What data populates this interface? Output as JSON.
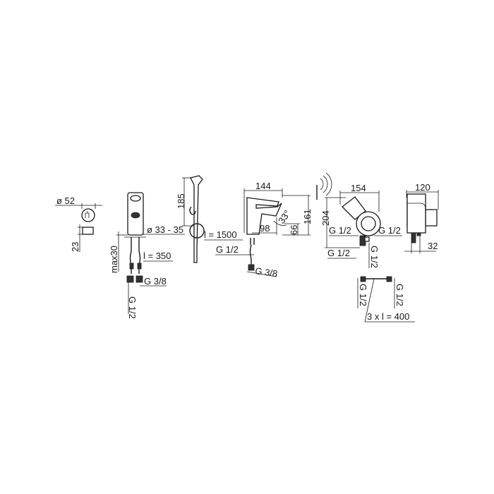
{
  "drawing": {
    "spout_cover": {
      "diameter": "ø 52",
      "height": "23"
    },
    "basin_mixer": {
      "hole_diameter": "ø 33 - 35",
      "max_thickness": "max30",
      "hose_length": "l = 350",
      "connection_outlet": "G 3/8",
      "connection_supply": "G 1/2"
    },
    "hand_shower": {
      "height": "185",
      "hose_length": "l = 1500",
      "connection": "G 1/2"
    },
    "basin_tap": {
      "width": "144",
      "height": "161",
      "spout_height": "66",
      "reach": "98",
      "angle": "33°",
      "connection": "G 3/8"
    },
    "control_unit": {
      "width": "154",
      "height": "204",
      "inlet_left": "G 1/2",
      "inlet_right": "G 1/2",
      "outlet_bottom": "G 1/2",
      "outlet_vertical": "G 1/2"
    },
    "side_view": {
      "width": "120",
      "offset": "32"
    },
    "connection_hoses": {
      "end_left": "G 1/2",
      "end_right": "G 1/2",
      "quantity_length": "3 x  l = 400"
    }
  }
}
